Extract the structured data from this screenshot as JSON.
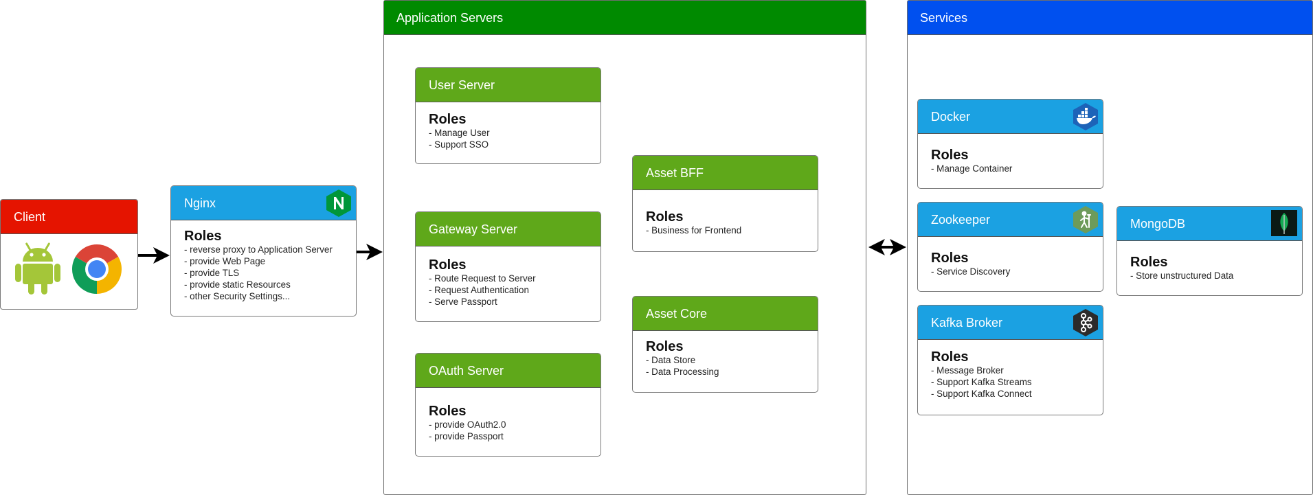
{
  "client": {
    "title": "Client"
  },
  "nginx": {
    "title": "Nginx",
    "roles_title": "Roles",
    "roles": [
      "- reverse proxy to Application Server",
      "- provide Web Page",
      "- provide TLS",
      "- provide static Resources",
      "- other Security Settings..."
    ]
  },
  "app_servers": {
    "title": "Application Servers",
    "user_server": {
      "title": "User Server",
      "roles_title": "Roles",
      "roles": [
        "- Manage User",
        "- Support SSO"
      ]
    },
    "gateway_server": {
      "title": "Gateway Server",
      "roles_title": "Roles",
      "roles": [
        "- Route Request to Server",
        "- Request Authentication",
        "- Serve Passport"
      ]
    },
    "oauth_server": {
      "title": "OAuth Server",
      "roles_title": "Roles",
      "roles": [
        "- provide OAuth2.0",
        "- provide Passport"
      ]
    },
    "asset_bff": {
      "title": "Asset BFF",
      "roles_title": "Roles",
      "roles": [
        "- Business for Frontend"
      ]
    },
    "asset_core": {
      "title": "Asset Core",
      "roles_title": "Roles",
      "roles": [
        "- Data Store",
        "- Data Processing"
      ]
    }
  },
  "services": {
    "title": "Services",
    "docker": {
      "title": "Docker",
      "roles_title": "Roles",
      "roles": [
        "- Manage Container"
      ]
    },
    "zookeeper": {
      "title": "Zookeeper",
      "roles_title": "Roles",
      "roles": [
        "- Service Discovery"
      ]
    },
    "kafka": {
      "title": "Kafka Broker",
      "roles_title": "Roles",
      "roles": [
        "- Message Broker",
        "- Support Kafka Streams",
        "- Support Kafka Connect"
      ]
    },
    "mongodb": {
      "title": "MongoDB",
      "roles_title": "Roles",
      "roles": [
        "- Store unstructured Data"
      ]
    }
  },
  "colors": {
    "client_header": "#e51400",
    "app_group_header": "#008a00",
    "services_group_header": "#0050ef",
    "app_card_header": "#5fa81a",
    "service_card_header": "#1ba1e2"
  },
  "icons": [
    "android-icon",
    "chrome-icon",
    "nginx-icon",
    "docker-icon",
    "zookeeper-icon",
    "kafka-icon",
    "mongodb-icon"
  ]
}
